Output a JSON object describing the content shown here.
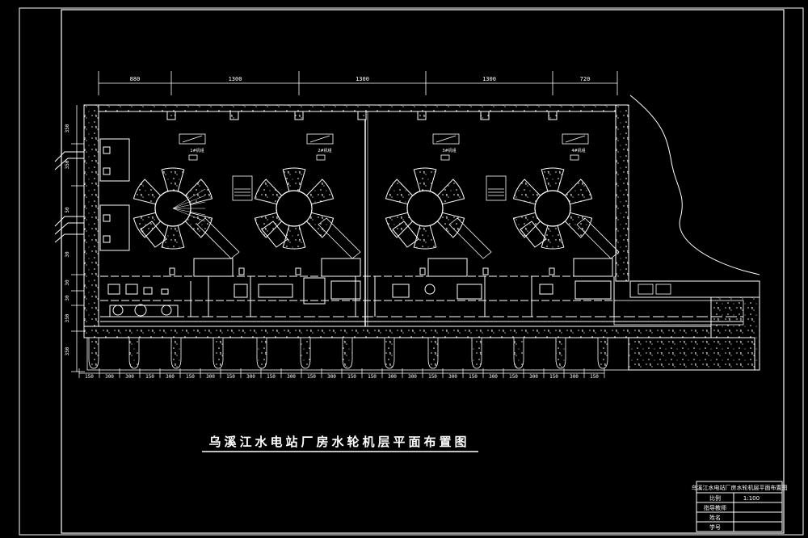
{
  "title": "乌溪江水电站厂房水轮机层平面布置图",
  "dimensions_top": [
    "880",
    "1300",
    "1300",
    "1300",
    "720"
  ],
  "dimensions_left": [
    "350",
    "350",
    "50",
    "30",
    "30",
    "30",
    "350",
    "350"
  ],
  "dimensions_bottom": [
    "150",
    "300",
    "300",
    "150",
    "300",
    "150",
    "300",
    "150",
    "300",
    "150",
    "300",
    "150",
    "300",
    "150",
    "150",
    "300",
    "300",
    "150",
    "300",
    "150",
    "300",
    "150",
    "300",
    "150",
    "300",
    "150"
  ],
  "unit_labels": [
    "1#机组",
    "2#机组",
    "3#机组",
    "4#机组"
  ],
  "title_block": {
    "header": "乌溪江水电站厂房水轮机层平面布置图",
    "scale_label": "比例",
    "scale_value": "1:100",
    "row2": "指导教师",
    "row3": "姓名",
    "row4": "学号"
  }
}
